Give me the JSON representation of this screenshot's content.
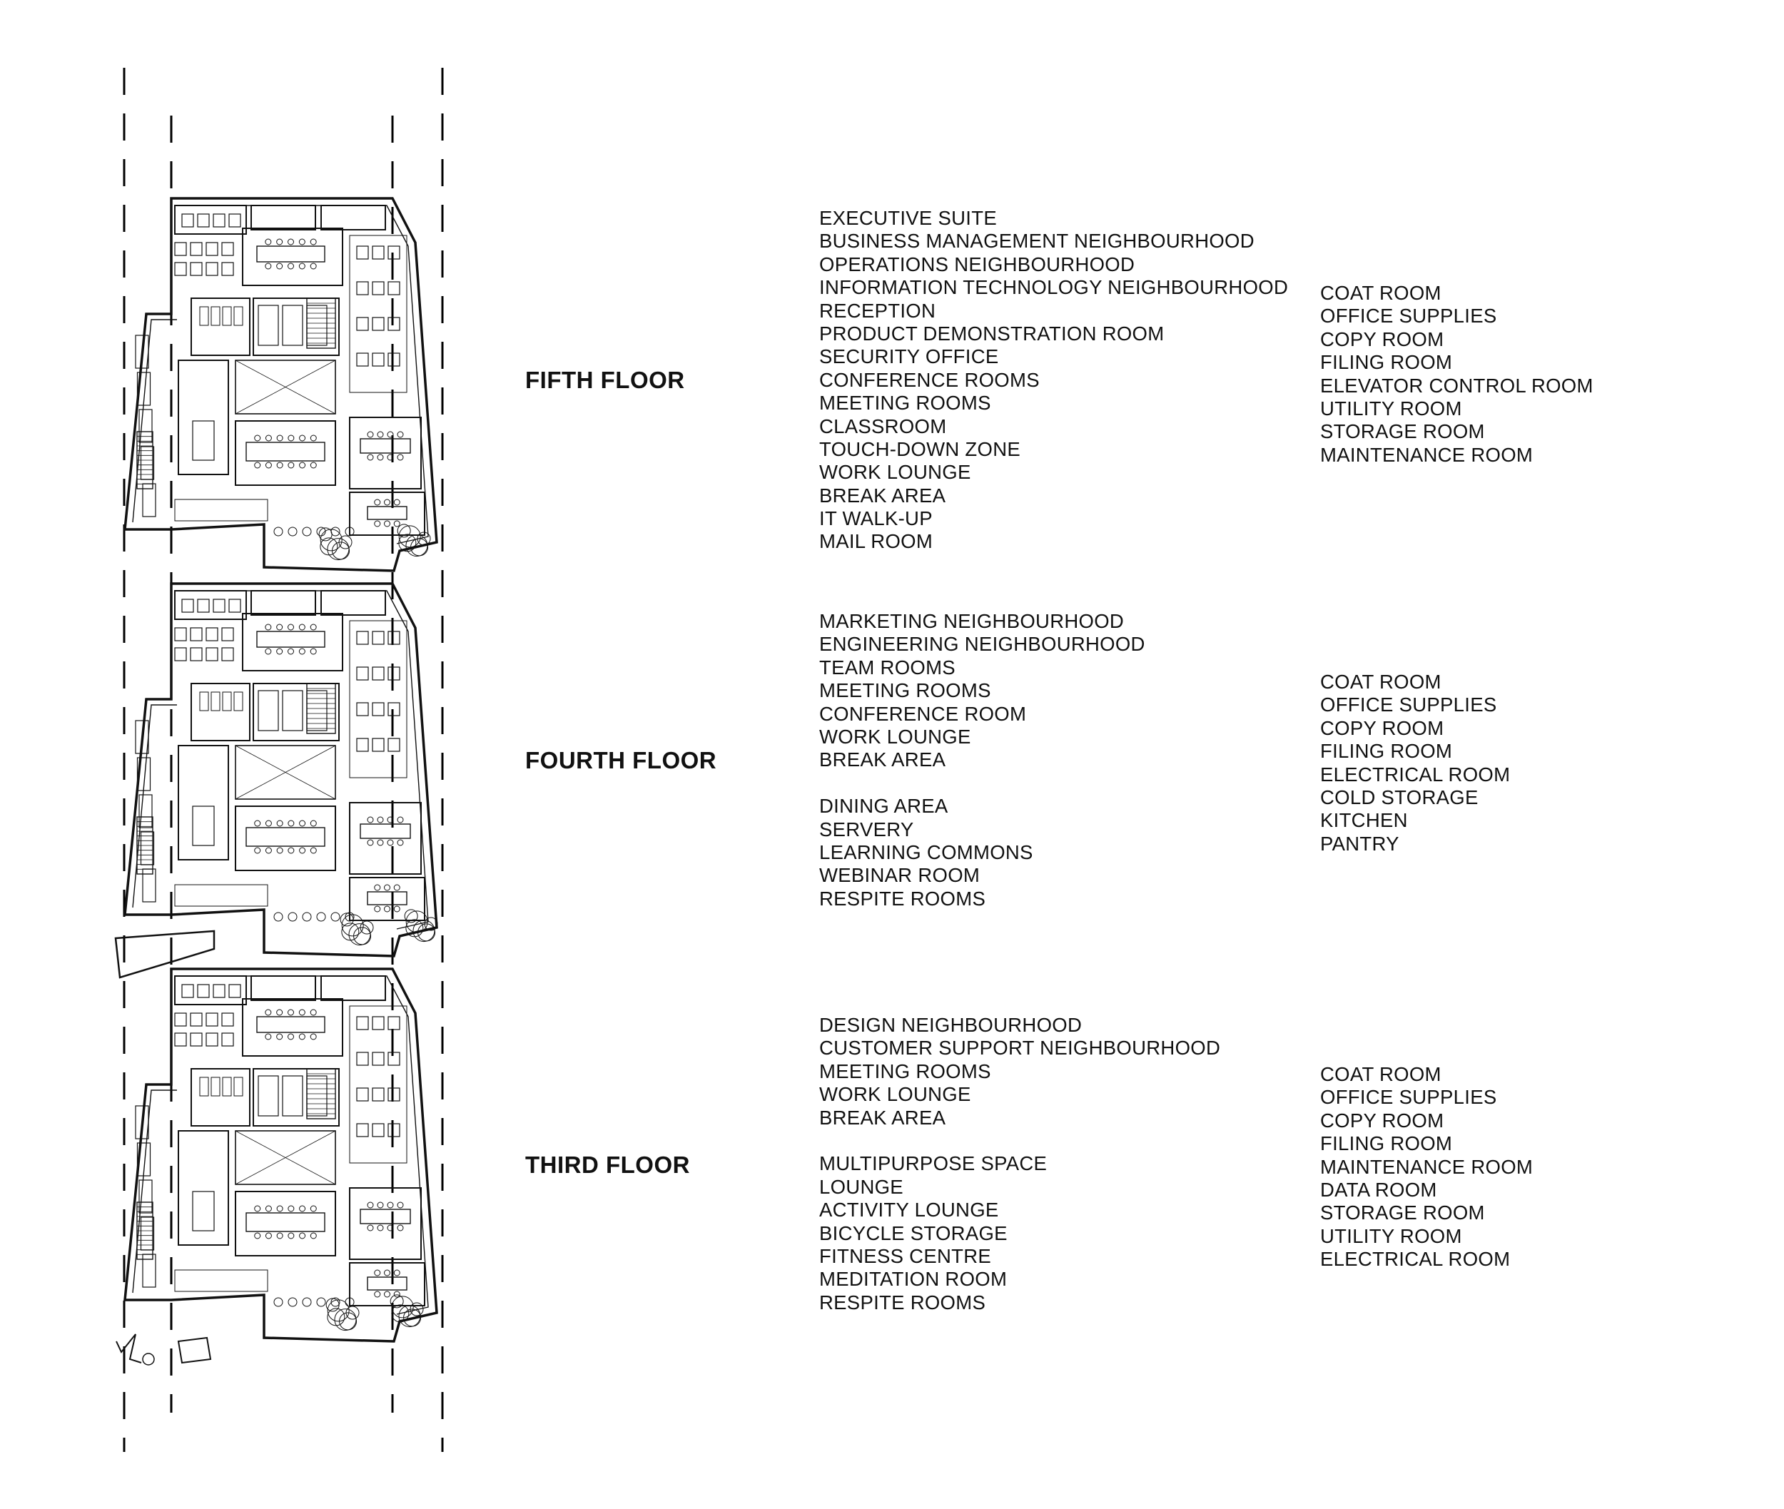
{
  "floors": [
    {
      "title": "FIFTH FLOOR",
      "primary": [
        "EXECUTIVE SUITE",
        "BUSINESS MANAGEMENT  NEIGHBOURHOOD",
        "OPERATIONS NEIGHBOURHOOD",
        "INFORMATION TECHNOLOGY NEIGHBOURHOOD",
        "RECEPTION",
        "PRODUCT DEMONSTRATION ROOM",
        "SECURITY OFFICE",
        "CONFERENCE ROOMS",
        "MEETING ROOMS",
        "CLASSROOM",
        "TOUCH-DOWN ZONE",
        "WORK LOUNGE",
        "BREAK AREA",
        "IT WALK-UP",
        "MAIL ROOM"
      ],
      "support": [
        "COAT ROOM",
        "OFFICE SUPPLIES",
        "COPY ROOM",
        "FILING ROOM",
        "ELEVATOR CONTROL ROOM",
        "UTILITY ROOM",
        "STORAGE ROOM",
        "MAINTENANCE ROOM"
      ]
    },
    {
      "title": "FOURTH FLOOR",
      "primary": [
        "MARKETING NEIGHBOURHOOD",
        "ENGINEERING NEIGHBOURHOOD",
        "TEAM ROOMS",
        "MEETING ROOMS",
        "CONFERENCE ROOM",
        "WORK LOUNGE",
        "BREAK AREA"
      ],
      "secondary": [
        "DINING AREA",
        "SERVERY",
        "LEARNING COMMONS",
        "WEBINAR ROOM",
        "RESPITE ROOMS"
      ],
      "support": [
        "COAT ROOM",
        "OFFICE SUPPLIES",
        "COPY ROOM",
        "FILING ROOM",
        "ELECTRICAL ROOM",
        "COLD STORAGE",
        "KITCHEN",
        "PANTRY"
      ]
    },
    {
      "title": "THIRD FLOOR",
      "primary": [
        "DESIGN NEIGHBOURHOOD",
        "CUSTOMER SUPPORT NEIGHBOURHOOD",
        "MEETING ROOMS",
        "WORK LOUNGE",
        "BREAK AREA"
      ],
      "secondary": [
        "MULTIPURPOSE SPACE",
        "LOUNGE",
        "ACTIVITY LOUNGE",
        "BICYCLE STORAGE",
        "FITNESS CENTRE",
        "MEDITATION ROOM",
        "RESPITE ROOMS"
      ],
      "support": [
        "COAT ROOM",
        "OFFICE SUPPLIES",
        "COPY ROOM",
        "FILING ROOM",
        "MAINTENANCE ROOM",
        "DATA ROOM",
        "STORAGE ROOM",
        "UTILITY ROOM",
        "ELECTRICAL ROOM"
      ]
    }
  ]
}
